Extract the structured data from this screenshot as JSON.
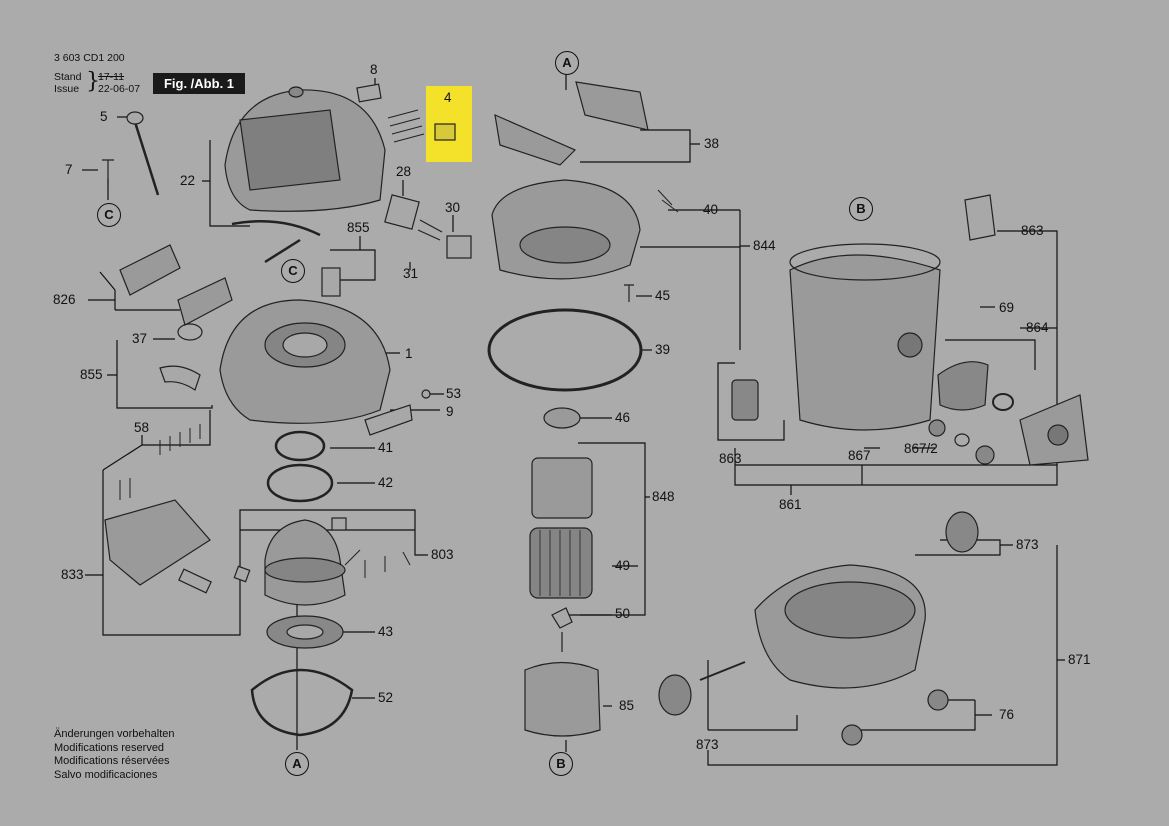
{
  "header": {
    "part_number": "3 603 CD1 200",
    "stand_label": "Stand",
    "stand_date": "17-11",
    "issue_label": "Issue",
    "issue_date": "22-06-07",
    "figure_label": "Fig. /Abb. 1"
  },
  "reference_circles": [
    "A",
    "C",
    "C",
    "A",
    "B",
    "B"
  ],
  "part_numbers": {
    "p8": "8",
    "p4": "4",
    "p5": "5",
    "p7": "7",
    "p22": "22",
    "p28": "28",
    "p30": "30",
    "p855a": "855",
    "p31": "31",
    "p826": "826",
    "p37": "37",
    "p855b": "855",
    "p1": "1",
    "p53": "53",
    "p9": "9",
    "p58": "58",
    "p41": "41",
    "p42": "42",
    "p833": "833",
    "p803": "803",
    "p43": "43",
    "p52": "52",
    "p38": "38",
    "p40": "40",
    "p844": "844",
    "p45": "45",
    "p39": "39",
    "p46": "46",
    "p848": "848",
    "p49": "49",
    "p50": "50",
    "p85": "85",
    "p863a": "863",
    "p69": "69",
    "p864": "864",
    "p863b": "863",
    "p867": "867",
    "p867_2": "867/2",
    "p861": "861",
    "p873a": "873",
    "p871": "871",
    "p76": "76",
    "p873b": "873"
  },
  "highlighted_part": "4",
  "highlight_color": "#f4e12a",
  "footer": {
    "line1": "Änderungen vorbehalten",
    "line2": "Modifications reserved",
    "line3": "Modifications réservées",
    "line4": "Salvo modificaciones"
  }
}
